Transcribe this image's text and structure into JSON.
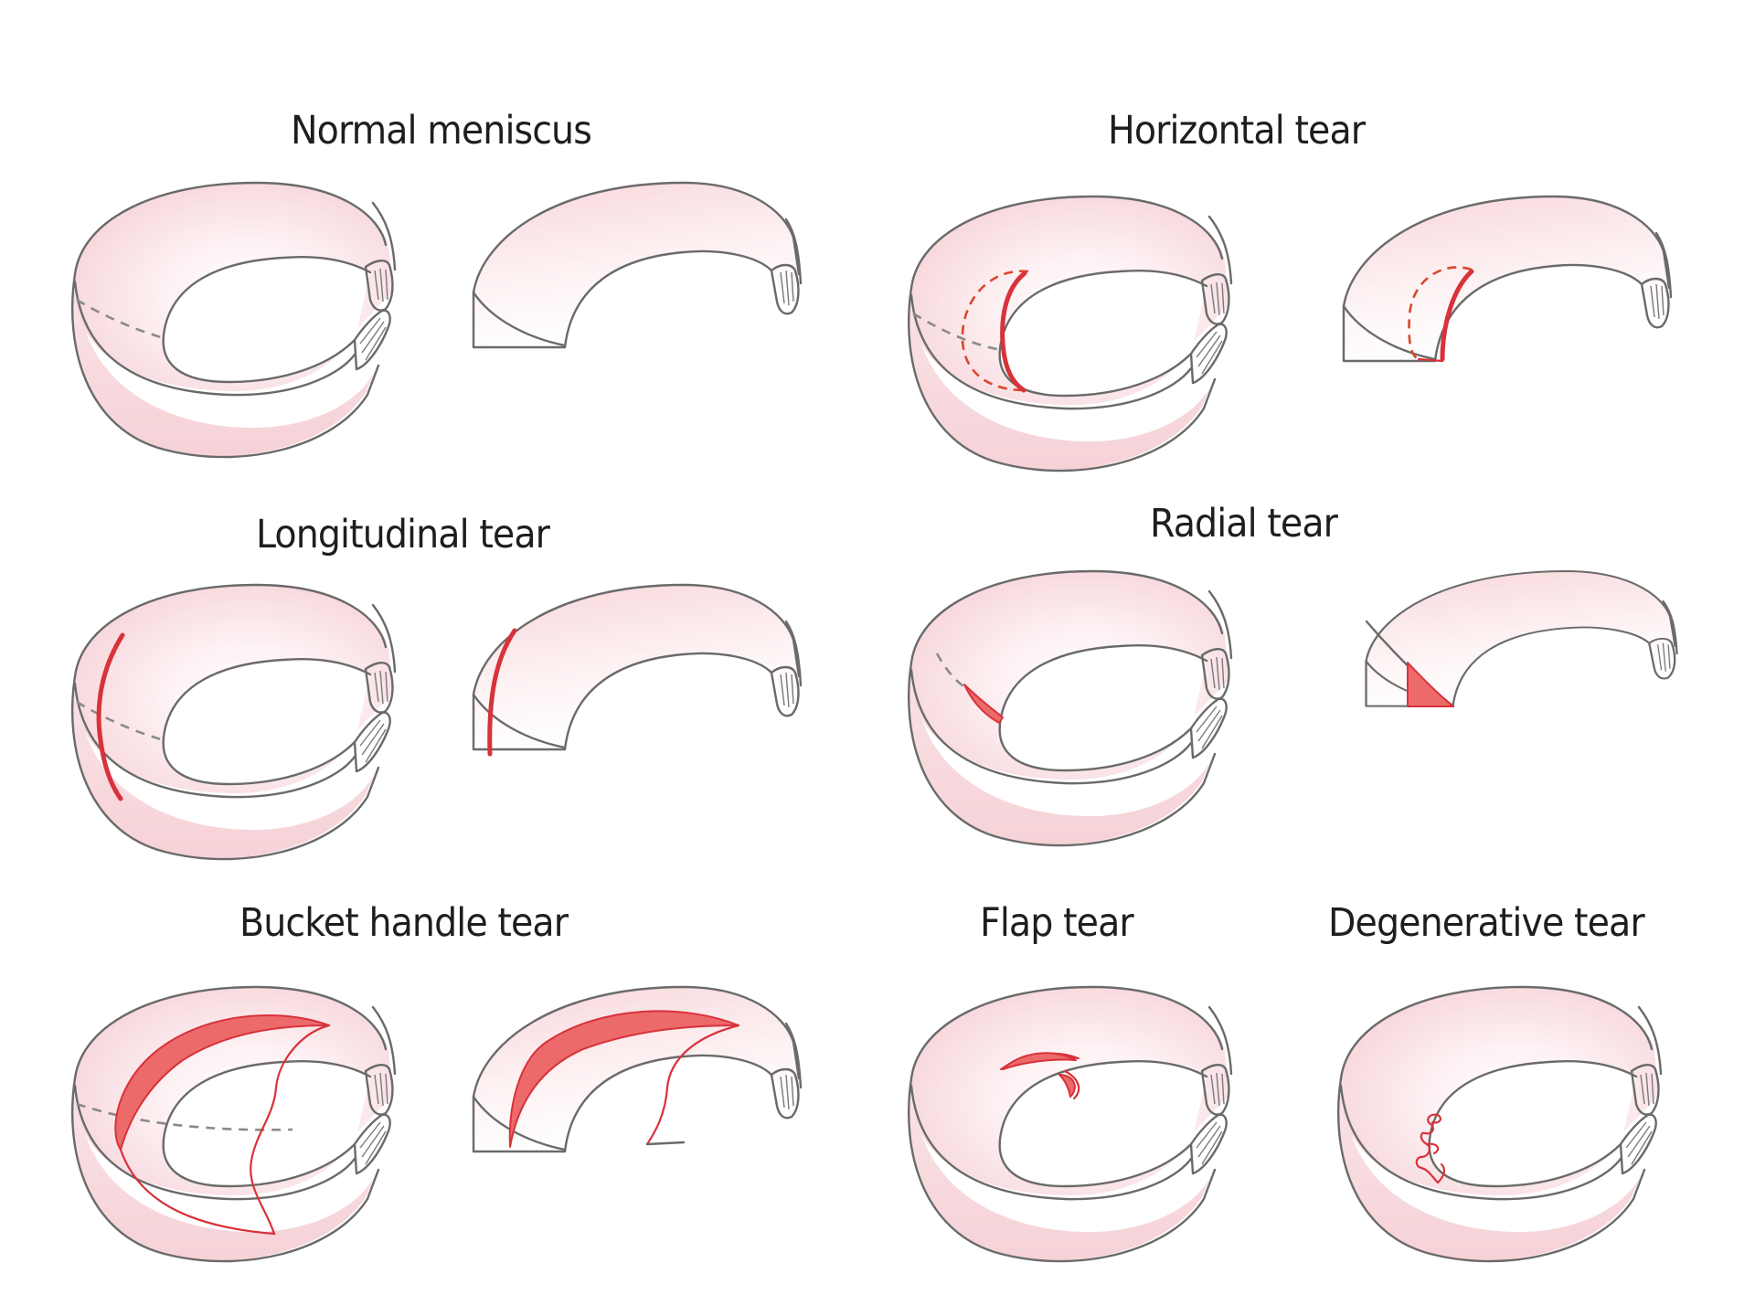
{
  "figure": {
    "subject": "Types of meniscus tears",
    "colors": {
      "background": "#ffffff",
      "meniscus_fill": "#f9dde1",
      "meniscus_highlight": "#ffffff",
      "outline": "#6a6a6a",
      "tear_fill": "#ec6a6a",
      "tear_stroke": "#d8323a",
      "hidden_line": "#8a8a8a"
    },
    "panels": [
      {
        "id": "normal",
        "label": "Normal meniscus",
        "views": [
          "full",
          "cross-section"
        ],
        "tear": "none"
      },
      {
        "id": "horizontal",
        "label": "Horizontal tear",
        "views": [
          "full",
          "cross-section"
        ],
        "tear": "horizontal cleavage (dashed red outline with red inner edge)"
      },
      {
        "id": "longitudinal",
        "label": "Longitudinal tear",
        "views": [
          "full",
          "cross-section"
        ],
        "tear": "vertical longitudinal red line"
      },
      {
        "id": "radial",
        "label": "Radial tear",
        "views": [
          "full",
          "cross-section"
        ],
        "tear": "radial red wedge at inner rim"
      },
      {
        "id": "bucket-handle",
        "label": "Bucket handle tear",
        "views": [
          "full",
          "cross-section"
        ],
        "tear": "displaced red crescent fragment"
      },
      {
        "id": "flap",
        "label": "Flap tear",
        "views": [
          "full"
        ],
        "tear": "red flap at inner rim"
      },
      {
        "id": "degenerative",
        "label": "Degenerative tear",
        "views": [
          "full"
        ],
        "tear": "irregular red fraying at inner rim"
      }
    ]
  }
}
